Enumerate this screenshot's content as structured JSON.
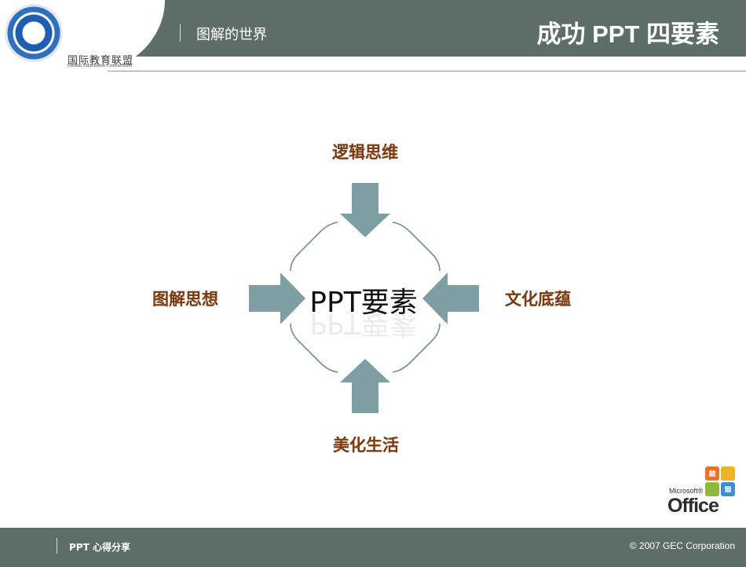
{
  "header": {
    "logo_cn": "国际教育联盟",
    "logo_en": "Global Education Consortium",
    "subtitle": "图解的世界",
    "title": "成功 PPT 四要素"
  },
  "diagram": {
    "center": "PPT要素",
    "top": "逻辑思维",
    "left": "图解思想",
    "right": "文化底蕴",
    "bottom": "美化生活"
  },
  "office_logo": {
    "brand": "Microsoft®",
    "word": "Office"
  },
  "footer": {
    "left": "PPT 心得分享",
    "right": "© 2007 GEC Corporation"
  },
  "colors": {
    "header_bg": "#5d6e68",
    "arrow": "#7f9ea3",
    "label": "#7a3b12"
  }
}
